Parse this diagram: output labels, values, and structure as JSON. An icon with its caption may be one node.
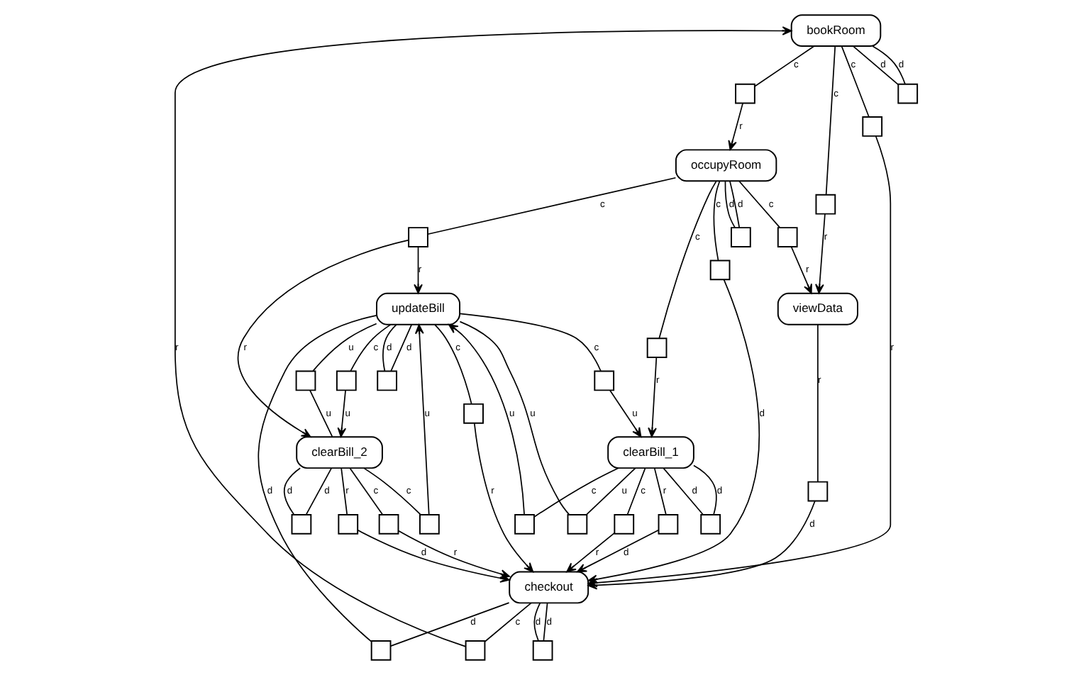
{
  "diagram": {
    "nodes": [
      {
        "text": [
          "bookRoom"
        ]
      },
      {
        "text": [
          "occupyRoom"
        ]
      },
      {
        "text": [
          "clearBill_1"
        ]
      },
      {
        "text": [
          "updateBill"
        ]
      },
      {
        "text": [
          "viewData"
        ]
      },
      {
        "text": [
          "checkout"
        ]
      },
      {
        "text": [
          "clearBill_2"
        ]
      },
      {
        "text": [],
        "shape": "box"
      },
      {
        "text": [],
        "shape": "box"
      },
      {
        "text": [],
        "shape": "box"
      },
      {
        "text": [],
        "shape": "box"
      },
      {
        "text": [],
        "shape": "box"
      },
      {
        "text": [],
        "shape": "box"
      },
      {
        "text": [],
        "shape": "box"
      },
      {
        "text": [],
        "shape": "box"
      },
      {
        "text": [],
        "shape": "box"
      },
      {
        "text": [],
        "shape": "box"
      },
      {
        "text": [],
        "shape": "box"
      },
      {
        "text": [],
        "shape": "box"
      },
      {
        "text": [],
        "shape": "box"
      },
      {
        "text": [],
        "shape": "box"
      },
      {
        "text": [],
        "shape": "box"
      },
      {
        "text": [],
        "shape": "box"
      },
      {
        "text": [],
        "shape": "box"
      },
      {
        "text": [],
        "shape": "box"
      },
      {
        "text": [],
        "shape": "box"
      },
      {
        "text": [],
        "shape": "box"
      },
      {
        "text": [],
        "shape": "box"
      },
      {
        "text": [],
        "shape": "box"
      },
      {
        "text": [],
        "shape": "box"
      },
      {
        "text": [],
        "shape": "box"
      },
      {
        "text": [],
        "shape": "box"
      },
      {
        "text": [],
        "shape": "box"
      },
      {
        "text": [],
        "shape": "box"
      }
    ],
    "edges": [
      {
        "from": 5,
        "to": 7,
        "arrow": "none",
        "label": "c"
      },
      {
        "from": 7,
        "to": 0,
        "arrow": "to",
        "label": "r"
      },
      {
        "from": 1,
        "to": 8,
        "arrow": "none",
        "label": "c"
      },
      {
        "from": 8,
        "to": 3,
        "arrow": "to",
        "label": "r"
      },
      {
        "from": 8,
        "to": 6,
        "arrow": "to",
        "label": "r"
      },
      {
        "from": 0,
        "to": 9,
        "arrow": "none",
        "label": "c"
      },
      {
        "from": 9,
        "to": 1,
        "arrow": "to",
        "label": "r"
      },
      {
        "from": 1,
        "to": 10,
        "arrow": "none",
        "label": "c"
      },
      {
        "from": 10,
        "to": 2,
        "arrow": "to",
        "label": "r"
      },
      {
        "from": 0,
        "to": 11,
        "arrow": "none",
        "label": "d"
      },
      {
        "from": 0,
        "to": 11,
        "arrow": "none",
        "label": "d"
      },
      {
        "from": 1,
        "to": 12,
        "arrow": "none",
        "label": "d"
      },
      {
        "from": 1,
        "to": 12,
        "arrow": "none",
        "label": "d"
      },
      {
        "from": 2,
        "to": 13,
        "arrow": "none",
        "label": "d"
      },
      {
        "from": 2,
        "to": 13,
        "arrow": "none",
        "label": "d"
      },
      {
        "from": 3,
        "to": 14,
        "arrow": "none",
        "label": "d"
      },
      {
        "from": 3,
        "to": 14,
        "arrow": "none",
        "label": "d"
      },
      {
        "from": 6,
        "to": 15,
        "arrow": "none",
        "label": "d"
      },
      {
        "from": 6,
        "to": 15,
        "arrow": "none",
        "label": "d"
      },
      {
        "from": 5,
        "to": 16,
        "arrow": "none",
        "label": "d"
      },
      {
        "from": 5,
        "to": 16,
        "arrow": "none",
        "label": "d"
      },
      {
        "from": 0,
        "to": 17,
        "arrow": "none",
        "label": "c"
      },
      {
        "from": 17,
        "to": 4,
        "arrow": "to",
        "label": "r"
      },
      {
        "from": 0,
        "to": 18,
        "arrow": "none",
        "label": "c"
      },
      {
        "from": 18,
        "to": 5,
        "arrow": "to",
        "label": "r"
      },
      {
        "from": 1,
        "to": 19,
        "arrow": "none",
        "label": "c"
      },
      {
        "from": 19,
        "to": 4,
        "arrow": "to",
        "label": "r"
      },
      {
        "from": 1,
        "to": 20,
        "arrow": "none",
        "label": "c"
      },
      {
        "from": 20,
        "to": 5,
        "arrow": "to",
        "label": "d"
      },
      {
        "from": 4,
        "to": 21,
        "arrow": "none",
        "label": "r"
      },
      {
        "from": 21,
        "to": 5,
        "arrow": "to",
        "label": "d"
      },
      {
        "from": 2,
        "to": 22,
        "arrow": "none",
        "label": "r"
      },
      {
        "from": 22,
        "to": 5,
        "arrow": "to",
        "label": "d"
      },
      {
        "from": 2,
        "to": 23,
        "arrow": "none",
        "label": "c"
      },
      {
        "from": 23,
        "to": 5,
        "arrow": "to",
        "label": "r"
      },
      {
        "from": 3,
        "to": 24,
        "arrow": "none",
        "label": "c"
      },
      {
        "from": 24,
        "to": 5,
        "arrow": "to",
        "label": "r"
      },
      {
        "from": 5,
        "to": 25,
        "arrow": "none",
        "label": "d"
      },
      {
        "from": 25,
        "to": 3,
        "arrow": "none",
        "label": "d"
      },
      {
        "from": 3,
        "to": 26,
        "arrow": "none",
        "label": "c"
      },
      {
        "from": 26,
        "to": 2,
        "arrow": "to",
        "label": "u"
      },
      {
        "from": 2,
        "to": 27,
        "arrow": "none",
        "label": "c"
      },
      {
        "from": 27,
        "to": 3,
        "arrow": "to",
        "label": "u"
      },
      {
        "from": 2,
        "to": 28,
        "arrow": "none",
        "label": "u"
      },
      {
        "from": 28,
        "to": 3,
        "arrow": "none",
        "label": "u"
      },
      {
        "from": 6,
        "to": 29,
        "arrow": "none",
        "label": "c"
      },
      {
        "from": 29,
        "to": 3,
        "arrow": "to",
        "label": "u"
      },
      {
        "from": 3,
        "to": 30,
        "arrow": "none",
        "label": "c"
      },
      {
        "from": 30,
        "to": 6,
        "arrow": "to",
        "label": "u"
      },
      {
        "from": 3,
        "to": 31,
        "arrow": "none",
        "label": "u"
      },
      {
        "from": 31,
        "to": 6,
        "arrow": "none",
        "label": "u"
      },
      {
        "from": 6,
        "to": 32,
        "arrow": "none",
        "label": "r"
      },
      {
        "from": 32,
        "to": 5,
        "arrow": "to",
        "label": "d"
      },
      {
        "from": 6,
        "to": 33,
        "arrow": "none",
        "label": "c"
      },
      {
        "from": 33,
        "to": 5,
        "arrow": "to",
        "label": "r"
      }
    ]
  }
}
